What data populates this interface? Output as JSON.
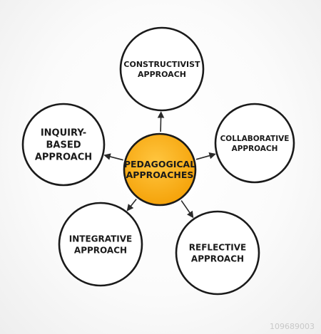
{
  "center": {
    "lines": [
      "PEDAGOGICAL",
      "APPROACHES"
    ],
    "fill": "#f5a30a",
    "fill_light": "#ffc640"
  },
  "nodes": [
    {
      "id": "constructivist",
      "lines": [
        "CONSTRUCTIVIST",
        "APPROACH"
      ]
    },
    {
      "id": "collaborative",
      "lines": [
        "COLLABORATIVE",
        "APPROACH"
      ]
    },
    {
      "id": "reflective",
      "lines": [
        "REFLECTIVE",
        "APPROACH"
      ]
    },
    {
      "id": "integrative",
      "lines": [
        "INTEGRATIVE",
        "APPROACH"
      ]
    },
    {
      "id": "inquiry-based",
      "lines": [
        "INQUIRY-",
        "BASED",
        "APPROACH"
      ]
    }
  ],
  "colors": {
    "circle_stroke": "#1a1a1a",
    "circle_fill": "#ffffff",
    "text": "#1a1a1a",
    "arrow": "#2a2a2a"
  },
  "watermark": {
    "stock_id": "109689003"
  }
}
